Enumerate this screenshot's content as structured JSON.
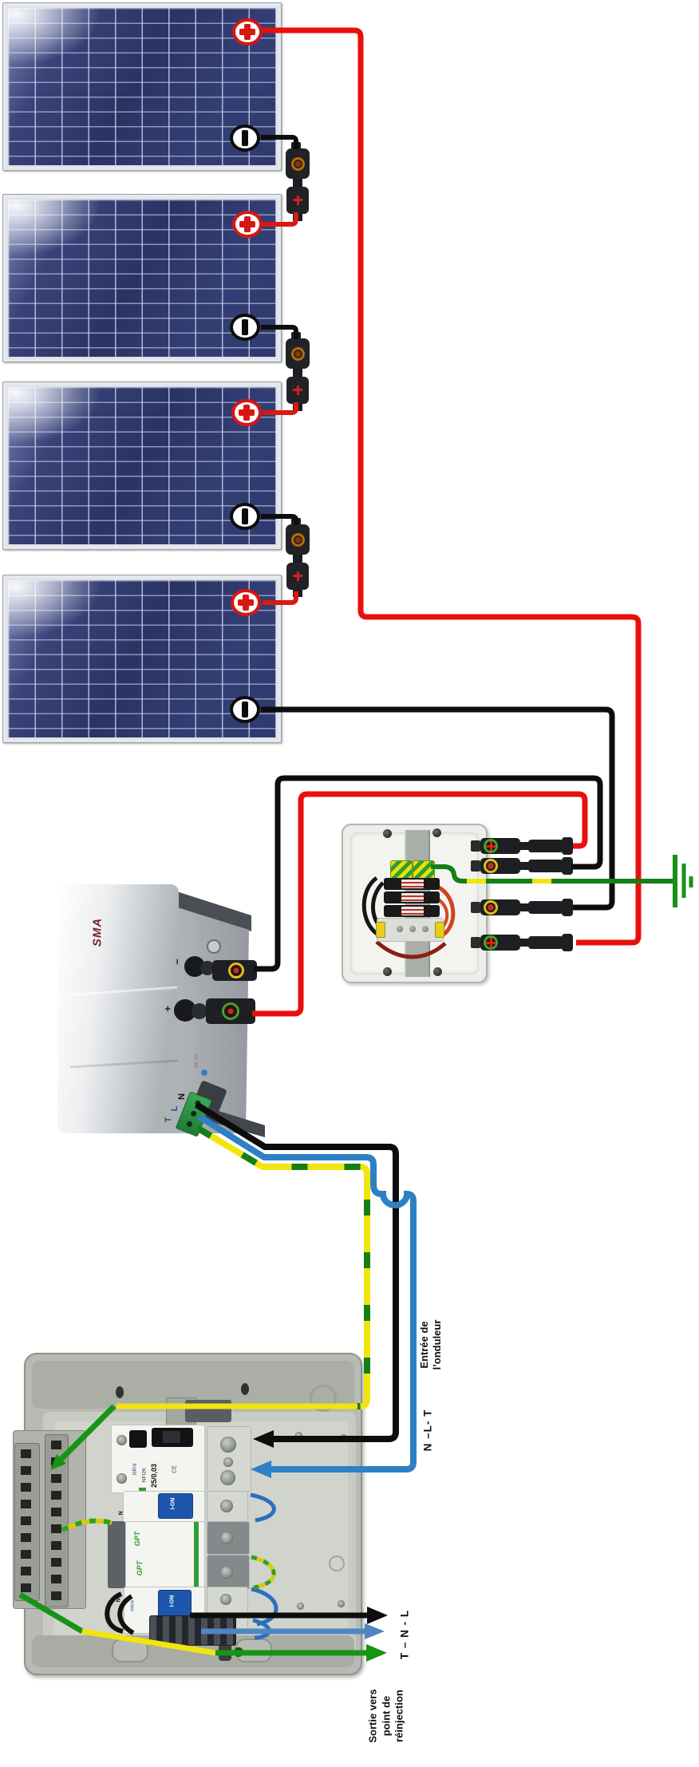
{
  "labels": {
    "entree_line1": "Entrée de",
    "entree_line2": "l’onduleur",
    "entree_wires": "N –L-  T",
    "sortie_wires": "T – N - L",
    "sortie_line1": "Sortie vers",
    "sortie_line2": "point de",
    "sortie_line3": "réinjection"
  },
  "inverter": {
    "brand": "SMA",
    "wlan": "WLAN",
    "dc_minus": "−",
    "dc_plus": "+",
    "ac_n": "N",
    "ac_l": "L",
    "ac_t": "T"
  },
  "ac_box": {
    "rcd_brand": "iskra",
    "rcd_model": "NFI2K",
    "rcd_rating": "25/0,03",
    "rcd_ce": "CE",
    "rocker_top": "I-ON",
    "rocker_bottom": "I-ON",
    "surge": "GPT",
    "surge2": "GPT",
    "neutral_mark": "N",
    "brand_bottom": "iskra"
  },
  "colors": {
    "dc_positive": "#e8100c",
    "dc_negative": "#0d0d0d",
    "ac_neutral": "#0d0d0d",
    "ac_line": "#2e80c4",
    "earth_yellow": "#f2e40e",
    "earth_green": "#169416"
  }
}
